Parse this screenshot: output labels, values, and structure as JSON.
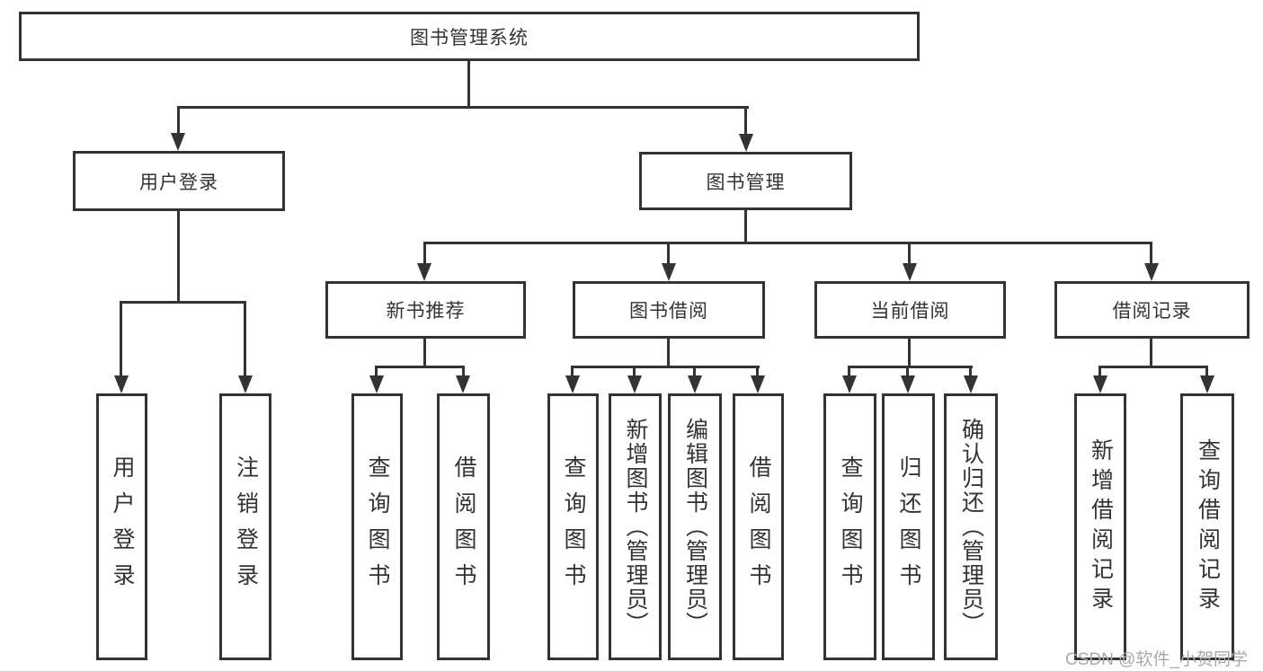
{
  "colors": {
    "line": "#333333",
    "text": "#333333",
    "watermark": "#a9a9a9",
    "background": "#ffffff"
  },
  "watermark": "CSDN @软件_小贺同学",
  "tree": {
    "root": "图书管理系统",
    "children": [
      {
        "label": "用户登录",
        "children": [
          "用户登录",
          "注销登录"
        ]
      },
      {
        "label": "图书管理",
        "children": [
          {
            "label": "新书推荐",
            "children": [
              "查询图书",
              "借阅图书"
            ]
          },
          {
            "label": "图书借阅",
            "children": [
              "查询图书",
              "新增图书（管理员）",
              "编辑图书（管理员）",
              "借阅图书"
            ]
          },
          {
            "label": "当前借阅",
            "children": [
              "查询图书",
              "归还图书",
              "确认归还（管理员）"
            ]
          },
          {
            "label": "借阅记录",
            "children": [
              "新增借阅记录",
              "查询借阅记录"
            ]
          }
        ]
      }
    ]
  }
}
